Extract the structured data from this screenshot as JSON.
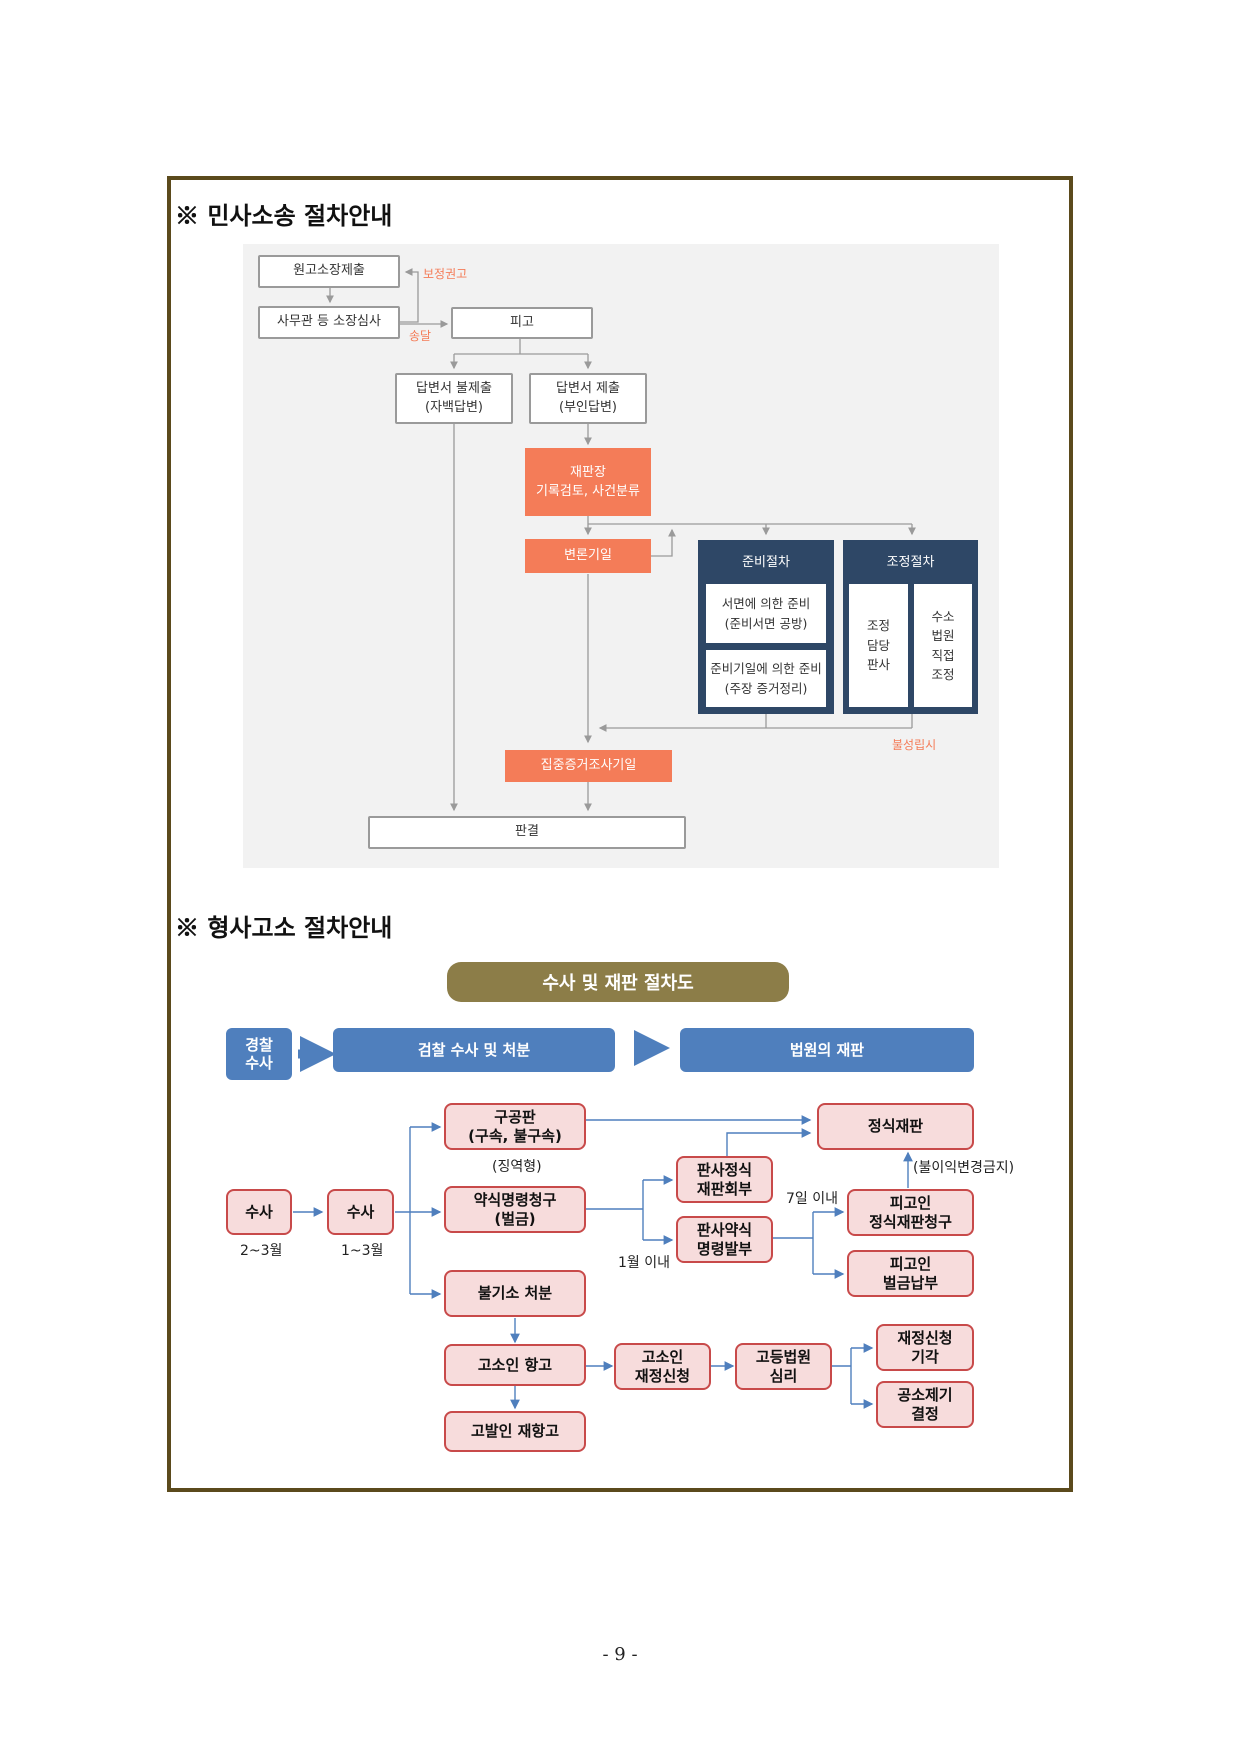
{
  "civil": {
    "heading": "※ 민사소송 절차안내",
    "boxes": {
      "complaint": "원고소장제출",
      "review": "사무관 등 소장심사",
      "defendant": "피고",
      "no_answer": "답변서 불제출\n(자백답변)",
      "answer": "답변서 제출\n(부인답변)",
      "judge": "재판장\n기록검토, 사건분류",
      "pleading": "변론기일",
      "prep_title": "준비절차",
      "prep_written": "서면에 의한 준비\n(준비서면 공방)",
      "prep_date": "준비기일에 의한 준비\n(주장 증거정리)",
      "med_title": "조정절차",
      "med_judge": "조정\n담당\n판사",
      "med_court": "수소\n법원\n직접\n조정",
      "evidence": "집중증거조사기일",
      "verdict": "판결"
    },
    "labels": {
      "amend": "보정권고",
      "serve": "송달",
      "fail": "불성립시"
    }
  },
  "criminal": {
    "heading": "※ 형사고소 절차안내",
    "title": "수사 및 재판 절차도",
    "stages": {
      "police": "경찰\n수사",
      "prosecution": "검찰 수사 및 처분",
      "court": "법원의 재판"
    },
    "boxes": {
      "invest1": "수사",
      "invest2": "수사",
      "indict": "구공판\n(구속, 불구속)",
      "summary_req": "약식명령청구\n(벌금)",
      "no_indict": "불기소 처분",
      "judge_formal": "판사정식\n재판회부",
      "judge_summary": "판사약식\n명령발부",
      "formal_trial": "정식재판",
      "def_formal": "피고인\n정식재판청구",
      "def_fine": "피고인\n벌금납부",
      "appeal": "고소인 항고",
      "reappeal": "고발인 재항고",
      "ruling": "고소인\n재정신청",
      "high_court": "고등법원\n심리",
      "dismiss": "재정신청\n기각",
      "indict_decision": "공소제기\n결정"
    },
    "labels": {
      "period1": "2~3월",
      "period2": "1~3월",
      "prison": "(징역형)",
      "within_1m": "1월 이내",
      "within_7d": "7일 이내",
      "no_worse": "(불이익변경금지)"
    }
  },
  "page_number": "- 9 -"
}
